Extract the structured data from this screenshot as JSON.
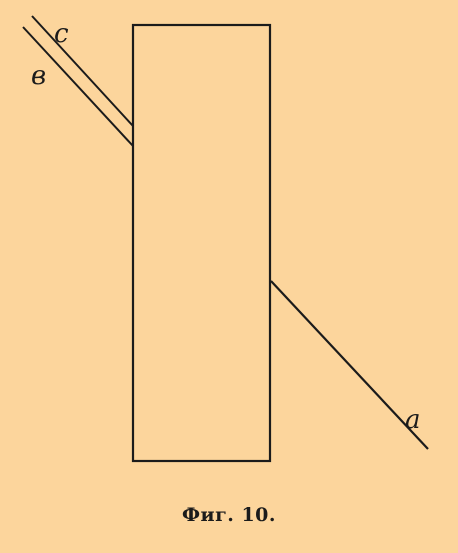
{
  "figure": {
    "labels": {
      "a": "a",
      "b": "в",
      "c": "c"
    },
    "caption": "Фиг. 10."
  },
  "colors": {
    "background": "#fcd59c",
    "ink": "#1b1b1b"
  }
}
